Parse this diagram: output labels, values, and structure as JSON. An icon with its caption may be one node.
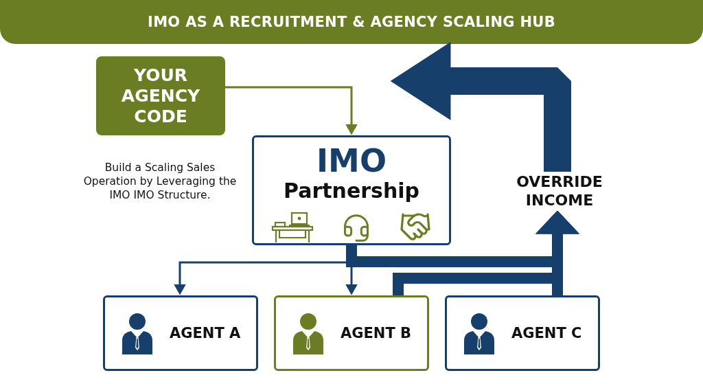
{
  "diagram": {
    "title": "IMO AS A RECRUITMENT & AGENCY SCALING HUB",
    "nodes": [
      {
        "text": [
          "YOUR AGENCY CODE"
        ]
      },
      {
        "text": [
          "IMO",
          "Partnership"
        ]
      },
      {
        "text": [
          "OVERRIDE INCOME"
        ]
      },
      {
        "text": [
          "AGENT A"
        ]
      },
      {
        "text": [
          "AGENT B"
        ]
      },
      {
        "text": [
          "AGENT C"
        ]
      }
    ],
    "edges": [
      {
        "from": 0,
        "to": 1,
        "arrow": "to",
        "color": "#6b7d23"
      },
      {
        "from": 1,
        "to": 3,
        "arrow": "to"
      },
      {
        "from": 1,
        "to": 4,
        "arrow": "to"
      },
      {
        "from": 1,
        "to": 2,
        "arrow": "to"
      },
      {
        "from": 4,
        "to": 2,
        "arrow": "to"
      },
      {
        "from": 5,
        "to": 2,
        "arrow": "to"
      },
      {
        "from": 2,
        "to": 1,
        "arrow": "to",
        "style": "thick"
      }
    ],
    "labels": [
      "Build a Scaling Sales Operation by Leveraging the IMO IMO Structure."
    ]
  }
}
